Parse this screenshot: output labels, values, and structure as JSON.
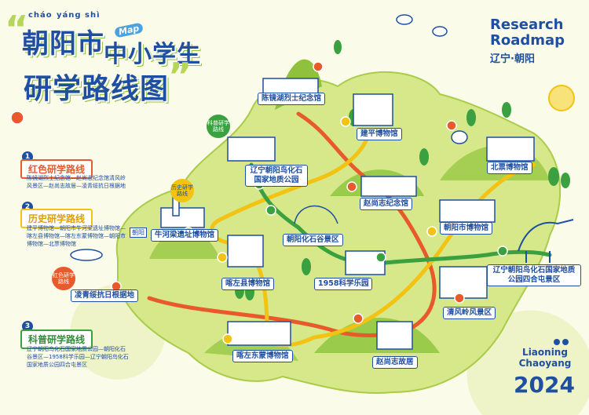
{
  "title": {
    "pinyin": [
      "cháo",
      "yáng",
      "shì"
    ],
    "line1_a": "朝阳市",
    "line1_b": "中小学生",
    "line2": "研学路线图",
    "map_badge": "Map",
    "quote_open": "“",
    "quote_close": "”"
  },
  "header_right": {
    "line1": "Research",
    "line2": "Roadmap",
    "line3": "辽宁·朝阳"
  },
  "routes": [
    {
      "number": "1",
      "heading": "红色研学路线",
      "desc": "陈镜湖烈士纪念馆—赵尚志纪念馆清风岭风景区—赵尚志故居—凌青绥抗日根据地",
      "color": "#e85a2c"
    },
    {
      "number": "2",
      "heading": "历史研学路线",
      "desc": "建平博物馆—朝阳市牛河梁遗址博物馆—喀左县博物馆—喀左东蒙博物馆—朝阳市博物馆—北票博物馆",
      "color": "#f2c313"
    },
    {
      "number": "3",
      "heading": "科普研学路线",
      "desc": "辽宁朝阳鸟化石国家地质公园—朝阳化石谷景区—1958科学乐园—辽宁朝阳鸟化石国家地质公园四合屯景区",
      "color": "#3aa040"
    }
  ],
  "mini_badges": {
    "keji": "科普研学路线",
    "lishi": "历史研学路线",
    "hongse": "红色研学路线"
  },
  "places": {
    "chenjinghu": "陈镜湖烈士纪念馆",
    "jianping": "建平博物馆",
    "beipiao": "北票博物馆",
    "liaoning_bird": "辽宁朝阳鸟化石国家地质公园",
    "zhaoshangzhi_memorial": "赵尚志纪念馆",
    "niuheliang": "牛河梁遗址博物馆",
    "chaoyang_museum": "朝阳市博物馆",
    "fossil_valley": "朝阳化石谷景区",
    "kazuo": "喀左县博物馆",
    "science_park": "1958科学乐园",
    "sihetun": "辽宁朝阳鸟化石国家地质公园四合屯景区",
    "lingqingsui": "凌青绥抗日根据地",
    "qingfengling": "清风岭风景区",
    "kazuo_dongmeng": "喀左东蒙博物馆",
    "zhaoshangzhi_home": "赵尚志故居",
    "chaoyang_road": "朝阳"
  },
  "footer": {
    "line1": "Liaoning",
    "line2": "Chaoyang",
    "year": "2024"
  },
  "colors": {
    "red_route": "#e85a2c",
    "yellow_route": "#f2c313",
    "green_route": "#3aa040",
    "brand_blue": "#1f4fa0",
    "land": "#cfe27a",
    "hills": "#8fc13e"
  }
}
